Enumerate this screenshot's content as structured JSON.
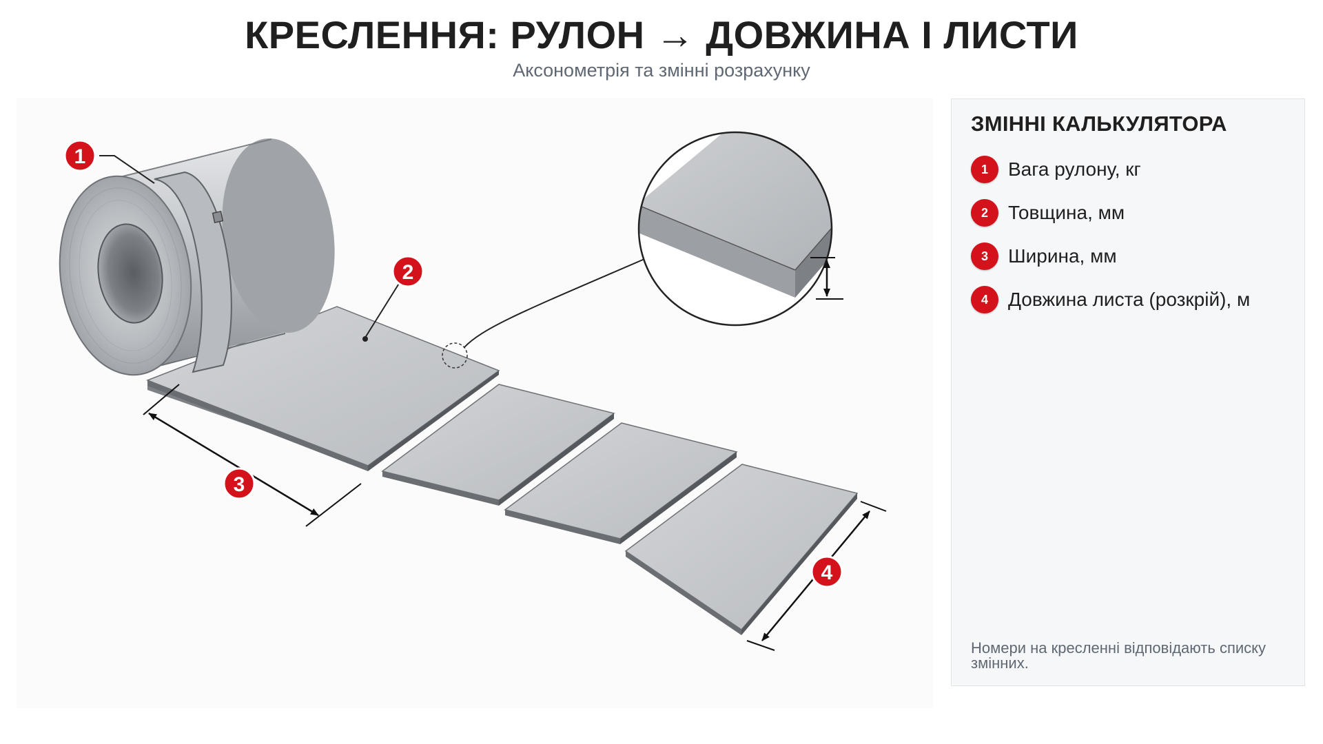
{
  "header": {
    "title": "КРЕСЛЕННЯ: РУЛОН → ДОВЖИНА І ЛИСТИ",
    "subtitle": "Аксонометрія та змінні розрахунку"
  },
  "drawing": {
    "callouts": [
      {
        "number": "1"
      },
      {
        "number": "2"
      },
      {
        "number": "3"
      },
      {
        "number": "4"
      }
    ]
  },
  "panel": {
    "title": "ЗМІННІ КАЛЬКУЛЯТОРА",
    "variables": [
      {
        "number": "1",
        "label": "Вага рулону, кг"
      },
      {
        "number": "2",
        "label": "Товщина, мм"
      },
      {
        "number": "3",
        "label": "Ширина, мм"
      },
      {
        "number": "4",
        "label": "Довжина листа (розкрій), м"
      }
    ],
    "footnote": "Номери на кресленні відповідають списку змінних."
  },
  "colors": {
    "accent": "#d4121c",
    "text": "#1f1f1f",
    "muted": "#5f6872",
    "panel_bg": "#f6f7f9"
  }
}
